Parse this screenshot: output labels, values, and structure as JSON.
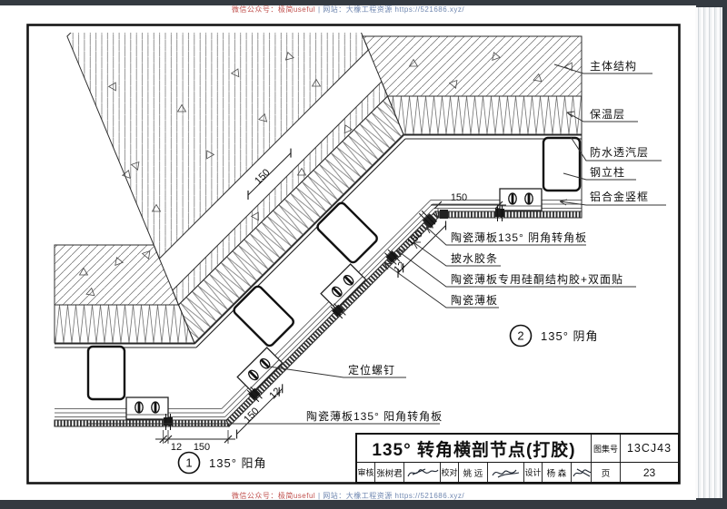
{
  "watermark": {
    "wechat": "微信公众号：极简useful",
    "divider": " | ",
    "site": "网站：大橡工程资源 https://521686.xyz/"
  },
  "drawing": {
    "labels": {
      "main_structure": "主体结构",
      "insulation": "保温层",
      "waterproof": "防水透汽层",
      "steel_column": "钢立柱",
      "aluminum_frame": "铝合金竖框",
      "concave_panel": "陶瓷薄板135° 阴角转角板",
      "drip_strip": "披水胶条",
      "structural_glue": "陶瓷薄板专用硅酮结构胶+双面贴",
      "ceramic_panel": "陶瓷薄板",
      "positioning_screw": "定位螺钉",
      "convex_panel": "陶瓷薄板135° 阳角转角板"
    },
    "dimensions": {
      "d150": "150",
      "d12": "12"
    },
    "callouts": [
      {
        "number": "1",
        "label": "135° 阳角"
      },
      {
        "number": "2",
        "label": "135° 阴角"
      }
    ]
  },
  "title_block": {
    "title": "135° 转角横剖节点(打胶)",
    "atlas_no_label": "图集号",
    "atlas_no": "13CJ43",
    "page_label": "页",
    "page": "23",
    "review_label": "审核",
    "reviewer": "张树君",
    "check_label": "校对",
    "checker": "姚 远",
    "design_label": "设计",
    "designer": "杨 森"
  }
}
